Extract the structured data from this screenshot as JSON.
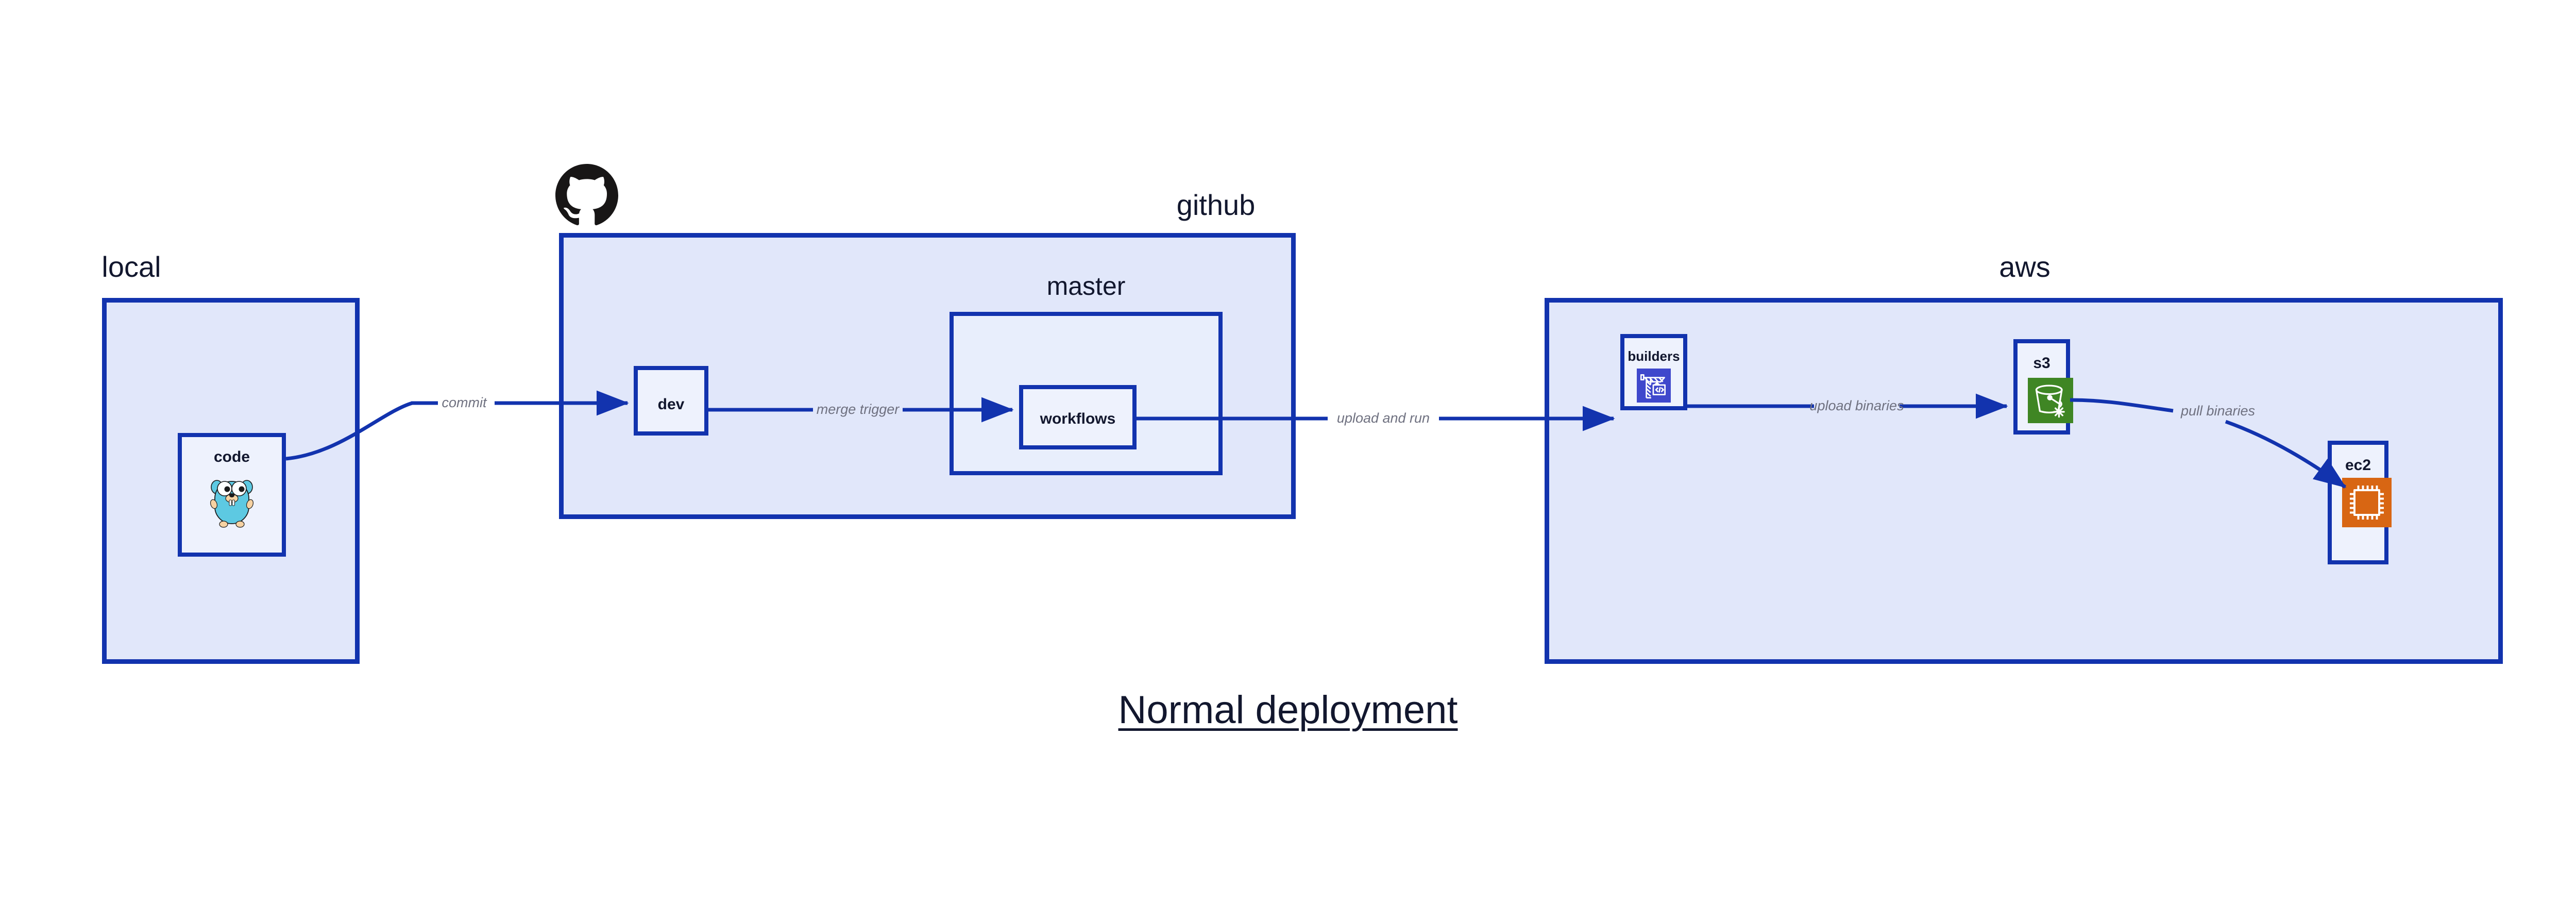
{
  "diagram": {
    "title": "Normal deployment",
    "accent_border_color": "#1233ae",
    "group_fill_color": "#e1e7fa",
    "node_fill_color": "#eef2fd",
    "edge_label_color": "#6f7180",
    "groups": [
      {
        "id": "local",
        "label": "local"
      },
      {
        "id": "github",
        "label": "github"
      },
      {
        "id": "aws",
        "label": "aws"
      }
    ],
    "subgroups": [
      {
        "id": "master",
        "label": "master",
        "parent": "github"
      }
    ],
    "nodes": [
      {
        "id": "code",
        "label": "code",
        "group": "local",
        "icon": "go-gopher-icon",
        "icon_color": "#5dc9e2"
      },
      {
        "id": "dev",
        "label": "dev",
        "group": "github",
        "icon": null
      },
      {
        "id": "workflows",
        "label": "workflows",
        "group": "master",
        "icon": null
      },
      {
        "id": "builders",
        "label": "builders",
        "group": "aws",
        "icon": "aws-codebuild-crane-icon",
        "icon_color": "#3f48cc"
      },
      {
        "id": "s3",
        "label": "s3",
        "group": "aws",
        "icon": "aws-s3-bucket-icon",
        "icon_color": "#3f8624"
      },
      {
        "id": "ec2",
        "label": "ec2",
        "group": "aws",
        "icon": "aws-ec2-chip-icon",
        "icon_color": "#d86613"
      }
    ],
    "edges": [
      {
        "id": "commit",
        "from": "code",
        "to": "dev",
        "label": "commit"
      },
      {
        "id": "merge-trigger",
        "from": "dev",
        "to": "workflows",
        "label": "merge trigger"
      },
      {
        "id": "upload-and-run",
        "from": "workflows",
        "to": "builders",
        "label": "upload and run"
      },
      {
        "id": "upload-binaries",
        "from": "builders",
        "to": "s3",
        "label": "upload binaries"
      },
      {
        "id": "pull-binaries",
        "from": "s3",
        "to": "ec2",
        "label": "pull binaries"
      }
    ],
    "logos": [
      {
        "id": "github-logo",
        "name": "github-octocat-icon",
        "color": "#181616"
      }
    ]
  }
}
